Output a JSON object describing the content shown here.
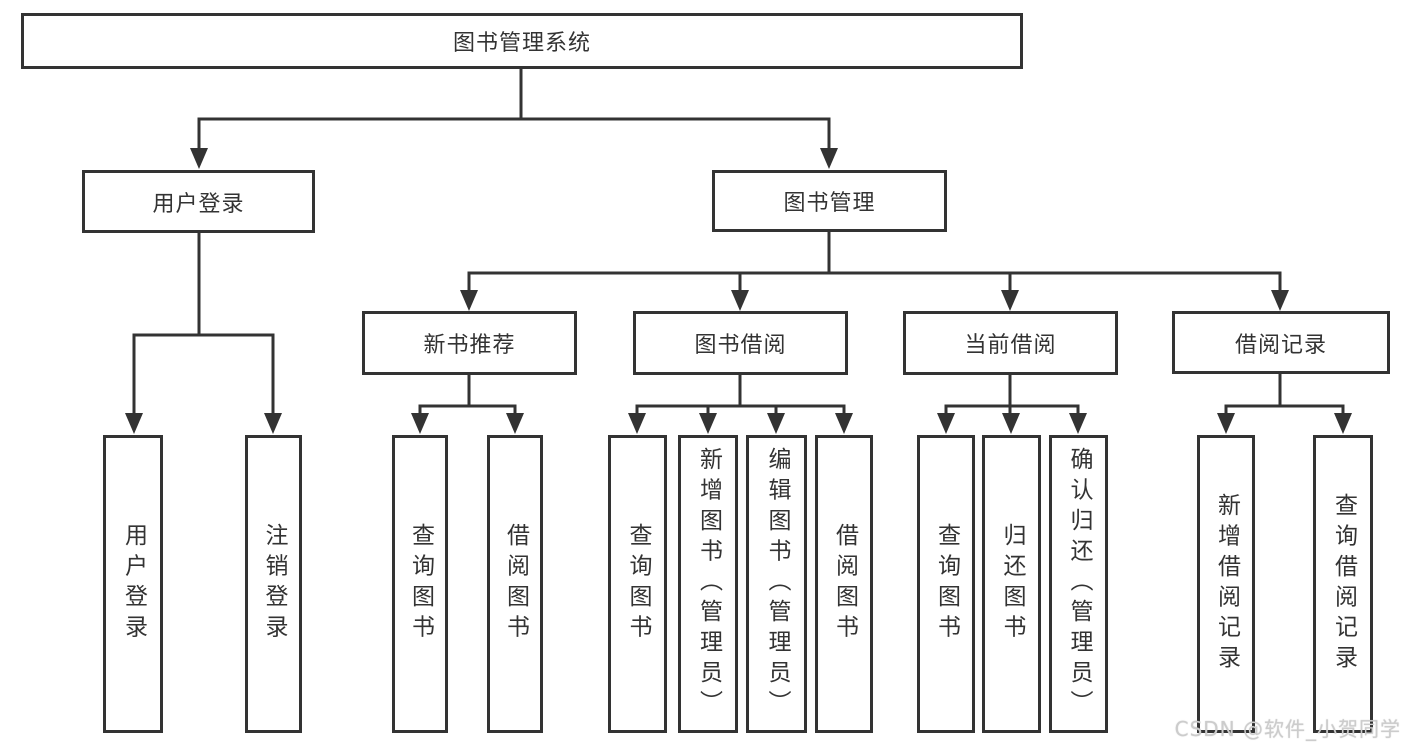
{
  "colors": {
    "line": "#333333",
    "box_bg": "#ffffff",
    "text": "#333333",
    "watermark": "#cccccc"
  },
  "diagram": {
    "root": {
      "label": "图书管理系统"
    },
    "level2": [
      {
        "id": "user_login",
        "label": "用户登录"
      },
      {
        "id": "book_management",
        "label": "图书管理"
      }
    ],
    "level3": [
      {
        "id": "new_book_recommend",
        "label": "新书推荐"
      },
      {
        "id": "book_borrow",
        "label": "图书借阅"
      },
      {
        "id": "current_borrow",
        "label": "当前借阅"
      },
      {
        "id": "borrow_record",
        "label": "借阅记录"
      }
    ],
    "leaves": {
      "user_login": [
        "用户登录",
        "注销登录"
      ],
      "new_book_recommend": [
        "查询图书",
        "借阅图书"
      ],
      "book_borrow": [
        "查询图书",
        "新增图书（管理员）",
        "编辑图书（管理员）",
        "借阅图书"
      ],
      "current_borrow": [
        "查询图书",
        "归还图书",
        "确认归还（管理员）"
      ],
      "borrow_record": [
        "新增借阅记录",
        "查询借阅记录"
      ]
    }
  },
  "watermark": "CSDN @软件_小贺同学"
}
